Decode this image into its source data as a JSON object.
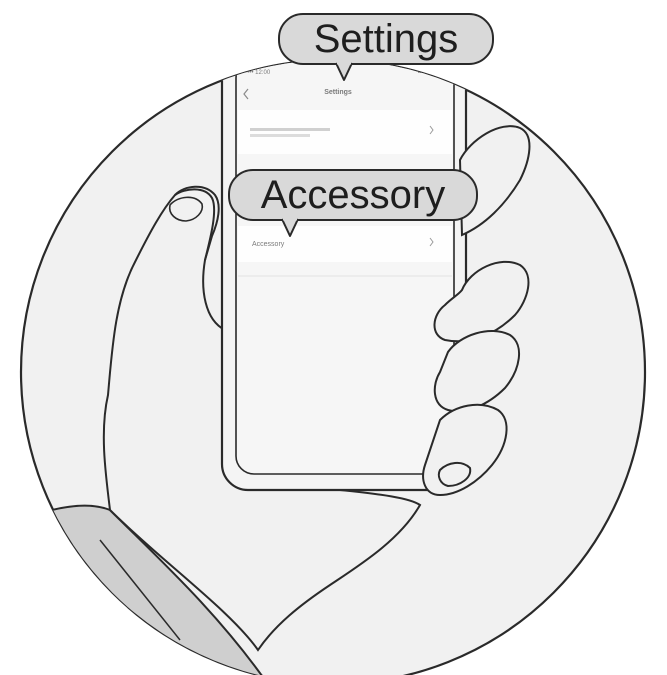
{
  "callouts": {
    "settings": "Settings",
    "accessory": "Accessory"
  },
  "phone_screen": {
    "status_bar": {
      "carrier": "••••• 12:00",
      "center": "•"
    },
    "nav": {
      "back_icon": "chevron-left-icon",
      "title": "Settings"
    },
    "rows": [
      {
        "label": "",
        "chevron_icon": "chevron-right-icon"
      },
      {
        "label": "Accessory",
        "chevron_icon": "chevron-right-icon"
      }
    ]
  },
  "colors": {
    "outline": "#2a2a2a",
    "circle_fill": "#f1f1f1",
    "callout_fill": "#d9d9d9",
    "sleeve_fill": "#cfcfcf",
    "screen_fill": "#f4f4f4"
  }
}
